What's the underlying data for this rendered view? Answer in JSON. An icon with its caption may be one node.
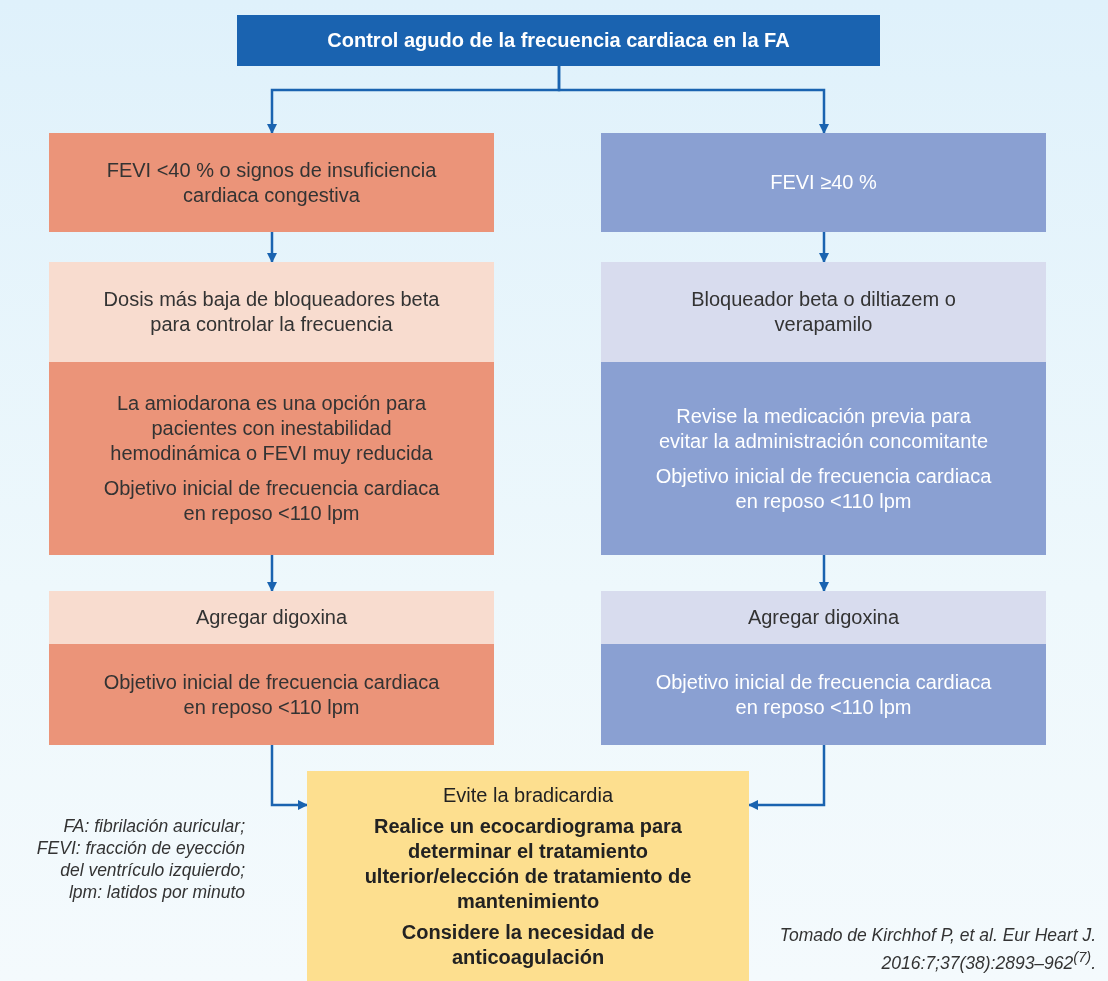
{
  "diagram": {
    "nodes": [
      {
        "text": [
          "Control agudo de la frecuencia cardiaca en la FA"
        ]
      },
      {
        "text": [
          "FEVI <40 % o signos de insuficiencia cardiaca congestiva"
        ]
      },
      {
        "text": [
          "FEVI ≥40 %"
        ]
      },
      {
        "text": [
          "Dosis más baja de bloqueadores beta para controlar la frecuencia"
        ]
      },
      {
        "text": [
          "Bloqueador beta o diltiazem o verapamilo"
        ]
      },
      {
        "text": [
          "La amiodarona es una opción para pacientes con inestabilidad hemodinámica o FEVI muy reducida",
          "Objetivo inicial de frecuencia cardiaca en reposo <110 lpm"
        ]
      },
      {
        "text": [
          "Revise la medicación previa para evitar la administración concomitante",
          "Objetivo inicial de frecuencia cardiaca en reposo <110 lpm"
        ]
      },
      {
        "text": [
          "Agregar digoxina"
        ]
      },
      {
        "text": [
          "Agregar digoxina"
        ]
      },
      {
        "text": [
          "Objetivo inicial de frecuencia cardiaca en reposo <110 lpm"
        ]
      },
      {
        "text": [
          "Objetivo inicial de frecuencia cardiaca en reposo <110 lpm"
        ]
      },
      {
        "text": [
          "Evite la bradicardia",
          "Realice un ecocardiograma para determinar el tratamiento ulterior/elección de tratamiento de mantenimiento",
          "Considere la necesidad de anticoagulación"
        ]
      }
    ],
    "edges": [
      {
        "from": 0,
        "to": 1,
        "arrow": "to"
      },
      {
        "from": 0,
        "to": 2,
        "arrow": "to"
      },
      {
        "from": 1,
        "to": 3,
        "arrow": "to"
      },
      {
        "from": 2,
        "to": 4,
        "arrow": "to"
      },
      {
        "from": 5,
        "to": 7,
        "arrow": "to"
      },
      {
        "from": 6,
        "to": 8,
        "arrow": "to"
      },
      {
        "from": 9,
        "to": 11,
        "arrow": "to"
      },
      {
        "from": 10,
        "to": 11,
        "arrow": "to"
      }
    ],
    "labels": [
      "FA: fibrilación auricular; FEVI: fracción de eyección del ventrículo izquierdo; lpm: latidos por minuto",
      "Tomado de Kirchhof P, et al. Eur Heart J. 2016:7;37(38):2893–962$^{(7)}$."
    ]
  }
}
